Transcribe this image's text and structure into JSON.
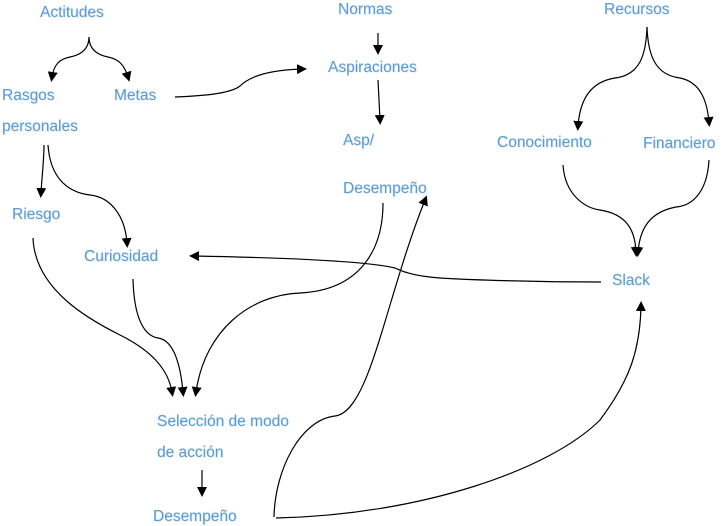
{
  "diagram": {
    "text_color": "#5b9bd5",
    "line_color": "#000000",
    "nodes": {
      "actitudes": "Actitudes",
      "rasgos": "Rasgos",
      "personales": "personales",
      "metas": "Metas",
      "normas": "Normas",
      "aspiraciones": "Aspiraciones",
      "asp": "Asp/",
      "desempeno_top": "Desempeño",
      "recursos": "Recursos",
      "conocimiento": "Conocimiento",
      "financiero": "Financiero",
      "slack": "Slack",
      "riesgo": "Riesgo",
      "curiosidad": "Curiosidad",
      "seleccion1": "Selección de modo",
      "seleccion2": "de acción",
      "desempeno_bottom": "Desempeño"
    },
    "edges": [
      {
        "from": "Actitudes",
        "to": "Rasgos personales"
      },
      {
        "from": "Actitudes",
        "to": "Metas"
      },
      {
        "from": "Metas",
        "to": "Aspiraciones"
      },
      {
        "from": "Normas",
        "to": "Aspiraciones"
      },
      {
        "from": "Aspiraciones",
        "to": "Asp/Desempeño"
      },
      {
        "from": "Recursos",
        "to": "Conocimiento"
      },
      {
        "from": "Recursos",
        "to": "Financiero"
      },
      {
        "from": "Conocimiento",
        "to": "Slack"
      },
      {
        "from": "Financiero",
        "to": "Slack"
      },
      {
        "from": "Slack",
        "to": "Curiosidad"
      },
      {
        "from": "Rasgos personales",
        "to": "Riesgo"
      },
      {
        "from": "Rasgos personales",
        "to": "Curiosidad"
      },
      {
        "from": "Riesgo",
        "to": "Selección de modo de acción"
      },
      {
        "from": "Curiosidad",
        "to": "Selección de modo de acción"
      },
      {
        "from": "Asp/Desempeño",
        "to": "Selección de modo de acción"
      },
      {
        "from": "Selección de modo de acción",
        "to": "Desempeño"
      },
      {
        "from": "Desempeño",
        "to": "Asp/Desempeño"
      },
      {
        "from": "Desempeño",
        "to": "Slack"
      }
    ]
  }
}
